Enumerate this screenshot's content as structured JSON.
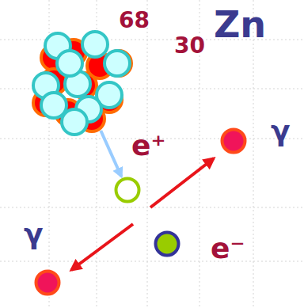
{
  "diagram": {
    "nodes": [
      {
        "text": [
          "68",
          "30",
          "Zn"
        ]
      },
      {
        "text": [
          "e⁺"
        ]
      },
      {
        "text": [
          "γ"
        ]
      },
      {
        "text": [
          "e⁻"
        ]
      },
      {
        "text": [
          "γ"
        ]
      }
    ],
    "edges": [
      {
        "from": 0,
        "to": 1,
        "arrow": "to"
      }
    ]
  }
}
